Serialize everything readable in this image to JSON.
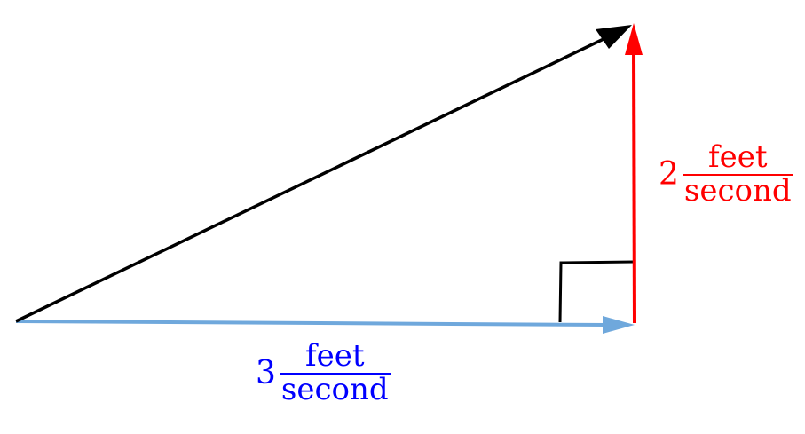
{
  "diagram": {
    "colors": {
      "resultant": "#000000",
      "horizontal_vector": "#6fa8dc",
      "vertical_vector": "#ff0000",
      "horizontal_label": "#0000ff",
      "vertical_label": "#ff0000",
      "right_angle_marker": "#000000"
    },
    "horizontal_label": {
      "coefficient": "3",
      "numerator": "feet",
      "denominator": "second"
    },
    "vertical_label": {
      "coefficient": "2",
      "numerator": "feet",
      "denominator": "second"
    }
  }
}
